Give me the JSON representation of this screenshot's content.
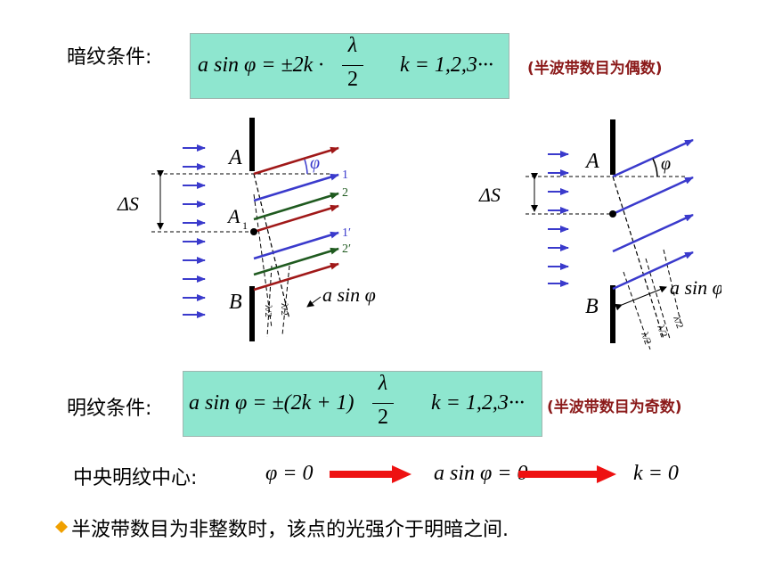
{
  "dark": {
    "label": "暗纹条件:",
    "eq_left": "a sin φ = ±2k ·",
    "lambda": "λ",
    "two": "2",
    "k_range": "k = 1,2,3···",
    "note": "(半波带数目为偶数)"
  },
  "bright": {
    "label": "明纹条件:",
    "eq_left": "a sin φ = ±(2k + 1)",
    "lambda": "λ",
    "two": "2",
    "k_range": "k = 1,2,3···",
    "note": "(半波带数目为奇数)"
  },
  "center": {
    "label": "中央明纹中心:",
    "phi0": "φ = 0",
    "asinphi0": "a sin φ = 0",
    "k0": "k = 0"
  },
  "bullet": {
    "text": "半波带数目为非整数时，该点的光强介于明暗之间."
  },
  "left_fig": {
    "A": "A",
    "A1": "A",
    "A1_sub": "1",
    "B": "B",
    "dS": "ΔS",
    "phi": "φ",
    "ray1": "1",
    "ray2": "2",
    "ray1p": "1′",
    "ray2p": "2′",
    "half": "λ/2",
    "asinphi": "a sin φ"
  },
  "right_fig": {
    "A": "A",
    "B": "B",
    "dS": "ΔS",
    "phi": "φ",
    "half": "λ/2",
    "asinphi": "a sin φ"
  },
  "colors": {
    "eq_box": "#8ee6cf",
    "note": "#8b1a1a",
    "blue_ray": "#3a3acc",
    "green_ray": "#1f5a1f",
    "red_ray": "#a01818",
    "red_arrow": "#ee1111",
    "bullet": "#f0a000"
  }
}
